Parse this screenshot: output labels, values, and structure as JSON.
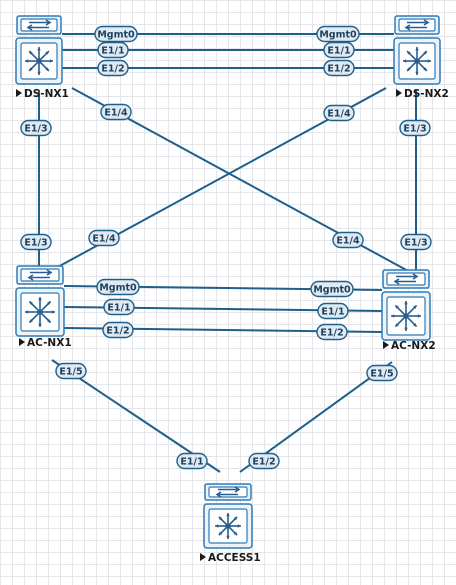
{
  "diagram": {
    "devices": [
      {
        "id": "ds1",
        "label": "DS-NX1"
      },
      {
        "id": "ds2",
        "label": "DS-NX2"
      },
      {
        "id": "ac1",
        "label": "AC-NX1"
      },
      {
        "id": "ac2",
        "label": "AC-NX2"
      },
      {
        "id": "access1",
        "label": "ACCESS1"
      }
    ],
    "links": [
      {
        "from": "ds1",
        "to": "ds2",
        "from_port": "Mgmt0",
        "to_port": "Mgmt0"
      },
      {
        "from": "ds1",
        "to": "ds2",
        "from_port": "E1/1",
        "to_port": "E1/1"
      },
      {
        "from": "ds1",
        "to": "ds2",
        "from_port": "E1/2",
        "to_port": "E1/2"
      },
      {
        "from": "ds1",
        "to": "ac1",
        "from_port": "E1/3",
        "to_port": "E1/3"
      },
      {
        "from": "ds1",
        "to": "ac2",
        "from_port": "E1/4",
        "to_port": "E1/4"
      },
      {
        "from": "ds2",
        "to": "ac1",
        "from_port": "E1/4",
        "to_port": "E1/4"
      },
      {
        "from": "ds2",
        "to": "ac2",
        "from_port": "E1/3",
        "to_port": "E1/3"
      },
      {
        "from": "ac1",
        "to": "ac2",
        "from_port": "Mgmt0",
        "to_port": "Mgmt0"
      },
      {
        "from": "ac1",
        "to": "ac2",
        "from_port": "E1/1",
        "to_port": "E1/1"
      },
      {
        "from": "ac1",
        "to": "ac2",
        "from_port": "E1/2",
        "to_port": "E1/2"
      },
      {
        "from": "ac1",
        "to": "access1",
        "from_port": "E1/5",
        "to_port": "E1/1"
      },
      {
        "from": "ac2",
        "to": "access1",
        "from_port": "E1/5",
        "to_port": "E1/2"
      }
    ]
  },
  "colors": {
    "link": "#1f5f8b",
    "device_outline": "#2e7bb8",
    "port_badge_fill": "#dfeaf3",
    "grid": "#e4e6ea"
  },
  "icons": {
    "device_top": "switch-icon",
    "device_body": "nexus-switch-icon",
    "label_marker": "triangle-right-icon"
  }
}
